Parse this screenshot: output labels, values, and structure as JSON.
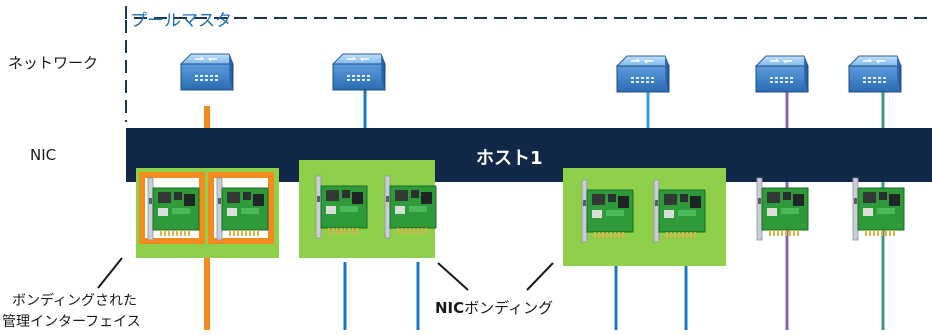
{
  "labels": {
    "pool_master": "プールマスタ",
    "network": "ネットワーク",
    "nic": "NIC",
    "host": "ホスト1",
    "bonded_mgmt_line1": "ボンディングされた",
    "bonded_mgmt_line2": "管理インターフェイス",
    "nic_bonding_prefix": "NIC",
    "nic_bonding_suffix": "ボンディング"
  },
  "colors": {
    "host_bar": "#122848",
    "pool_border": "#1b3558",
    "bond_group_fill": "#8fd04a",
    "mgmt_highlight": "#f28a1e",
    "mgmt_link": "#f28a1e",
    "bond1_link": "#1a78c2",
    "bond2_link": "#2ea3dd",
    "purple_link": "#8a63b4",
    "teal_link": "#3a9a7a",
    "switch_blue": "#4a8fd2"
  },
  "switches": [
    {
      "name": "switch-mgmt",
      "icon": "network-switch-icon"
    },
    {
      "name": "switch-bond1",
      "icon": "network-switch-icon"
    },
    {
      "name": "switch-bond2",
      "icon": "network-switch-icon"
    },
    {
      "name": "switch-purple",
      "icon": "network-switch-icon"
    },
    {
      "name": "switch-teal",
      "icon": "network-switch-icon"
    }
  ],
  "nic_cards": [
    {
      "name": "nic-card-mgmt-1",
      "icon": "nic-card-icon"
    },
    {
      "name": "nic-card-mgmt-2",
      "icon": "nic-card-icon"
    },
    {
      "name": "nic-card-bond1-1",
      "icon": "nic-card-icon"
    },
    {
      "name": "nic-card-bond1-2",
      "icon": "nic-card-icon"
    },
    {
      "name": "nic-card-bond2-1",
      "icon": "nic-card-icon"
    },
    {
      "name": "nic-card-bond2-2",
      "icon": "nic-card-icon"
    },
    {
      "name": "nic-card-purple",
      "icon": "nic-card-icon"
    },
    {
      "name": "nic-card-teal",
      "icon": "nic-card-icon"
    }
  ]
}
